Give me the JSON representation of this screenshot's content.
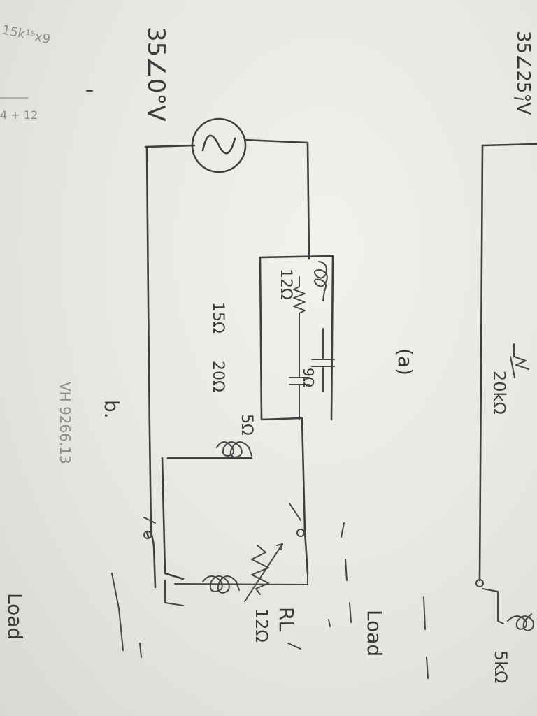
{
  "labels": {
    "source_voltage": "35∠0°V",
    "figure_label": "(a)",
    "node_b": "b.",
    "inductor_12": "12Ω",
    "resistor_15": "15Ω",
    "capacitor_20": "20Ω",
    "capacitor_9": "9Ω",
    "inductor_5": "5Ω",
    "load_resistor": "RL",
    "load_inductor": "12Ω",
    "load_word_1": "Load",
    "load_word_2": "Load",
    "right_resistor": "20kΩ",
    "right_inductor": "5kΩ",
    "right_source_partial": "35∠25°V",
    "corner_math_top": "15k¹⁵x9",
    "corner_math_bottom": "4 + 12",
    "watermark": "VH 9266.13"
  }
}
